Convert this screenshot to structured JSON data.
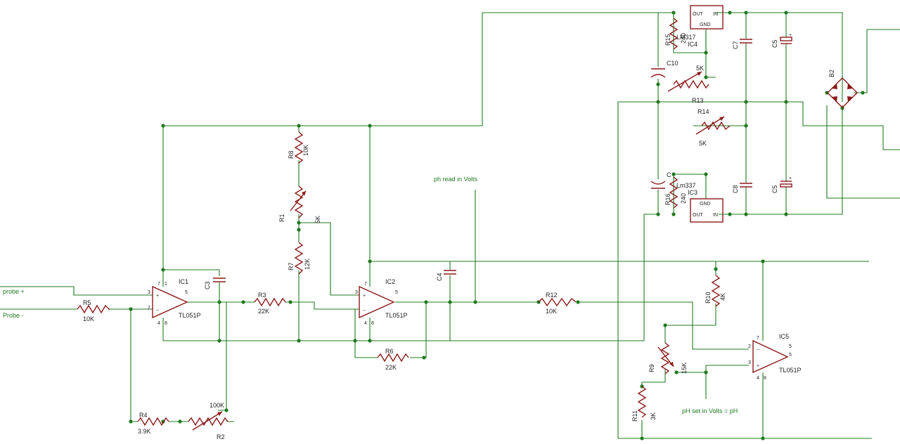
{
  "nets": {
    "probe_plus": "probe +",
    "probe_minus": "Probe -",
    "ph_read": "ph read in Volts",
    "ph_set": "pH set in Volts = pH"
  },
  "opamps": {
    "ic1": {
      "name": "IC1",
      "value": "TL051P"
    },
    "ic2": {
      "name": "IC2",
      "value": "TL051P"
    },
    "ic5": {
      "name": "IC5",
      "value": "TL051P"
    }
  },
  "regulators": {
    "ic4": {
      "name": "IC4",
      "value": "LM317",
      "out": "OUT",
      "in": "IN",
      "gnd": "GND"
    },
    "ic3": {
      "name": "IC3",
      "value": "Lm337",
      "out": "OUT",
      "in": "IN",
      "gnd": "GND"
    }
  },
  "resistors": {
    "r1": {
      "name": "R1",
      "value": "5K"
    },
    "r2": {
      "name": "R2",
      "value": "100K"
    },
    "r3": {
      "name": "R3",
      "value": "22K"
    },
    "r4": {
      "name": "R4",
      "value": "3.9K"
    },
    "r5": {
      "name": "R5",
      "value": "10K"
    },
    "r6": {
      "name": "R6",
      "value": "22K"
    },
    "r7": {
      "name": "R7",
      "value": "12K"
    },
    "r8": {
      "name": "R8",
      "value": "10K"
    },
    "r9": {
      "name": "R9",
      "value": "15K"
    },
    "r10": {
      "name": "R10",
      "value": "4K"
    },
    "r11": {
      "name": "R11",
      "value": "3K"
    },
    "r12": {
      "name": "R12",
      "value": "10K"
    },
    "r13": {
      "name": "R13",
      "value": "5K"
    },
    "r14": {
      "name": "R14",
      "value": "5K"
    },
    "r15": {
      "name": "R15",
      "value": "240"
    },
    "r16": {
      "name": "R16",
      "value": "240"
    }
  },
  "capacitors": {
    "c3": "C3",
    "c4": "C4",
    "c5a": "C5",
    "c5b": "C5",
    "c7": "C7",
    "c8": "C8",
    "c10": "C10",
    "c11": "C"
  },
  "bridge": {
    "name": "B2"
  },
  "pins": {
    "p1": "1",
    "p2": "2",
    "p3": "3",
    "p4": "4",
    "p5": "5",
    "p7": "7",
    "p8": "8"
  },
  "colors": {
    "wire": "#1f7a1f",
    "part": "#8b1a1a",
    "background": "#ffffff"
  }
}
